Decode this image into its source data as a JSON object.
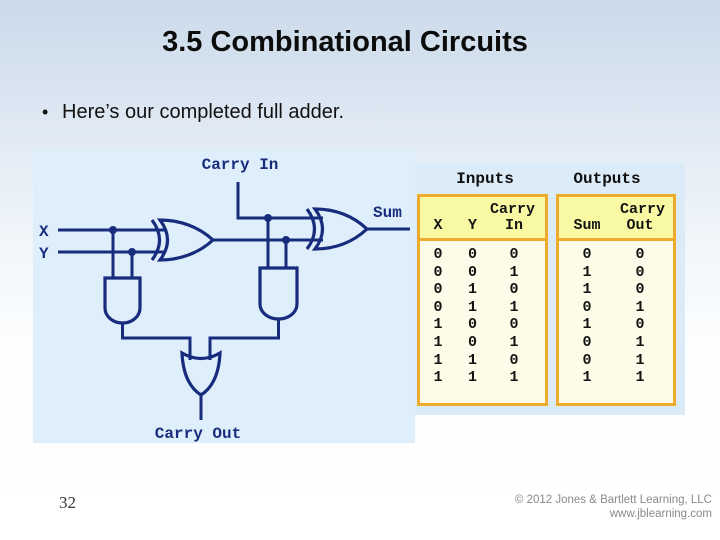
{
  "slide": {
    "title": "3.5 Combinational Circuits",
    "bullet_glyph": "•",
    "bullet_text": "Here’s our completed full adder.",
    "slide_number": "32",
    "copyright_line1": "© 2012 Jones & Bartlett Learning, LLC",
    "copyright_line2": "www.jblearning.com"
  },
  "circuit": {
    "labels": {
      "carry_in": "Carry In",
      "x": "X",
      "y": "Y",
      "sum": "Sum",
      "carry_out": "Carry Out"
    },
    "colors": {
      "line": "#172c7c",
      "panel_bg": "#dfeefb"
    }
  },
  "truth_table": {
    "section_headers": {
      "inputs": "Inputs",
      "outputs": "Outputs"
    },
    "inputs_group": {
      "carry_label": "Carry",
      "columns": [
        "X",
        "Y",
        "In"
      ]
    },
    "outputs_group": {
      "carry_label": "Carry",
      "columns": [
        "Sum",
        "Out"
      ]
    },
    "rows": [
      [
        "0",
        "0",
        "0",
        "0",
        "0"
      ],
      [
        "0",
        "0",
        "1",
        "1",
        "0"
      ],
      [
        "0",
        "1",
        "0",
        "1",
        "0"
      ],
      [
        "0",
        "1",
        "1",
        "0",
        "1"
      ],
      [
        "1",
        "0",
        "0",
        "1",
        "0"
      ],
      [
        "1",
        "0",
        "1",
        "0",
        "1"
      ],
      [
        "1",
        "1",
        "0",
        "0",
        "1"
      ],
      [
        "1",
        "1",
        "1",
        "1",
        "1"
      ]
    ],
    "colors": {
      "border": "#edaa2c",
      "header_bg": "#f9f9a4",
      "body_bg": "#fcfce8",
      "panel_bg": "#dcebf8"
    }
  }
}
